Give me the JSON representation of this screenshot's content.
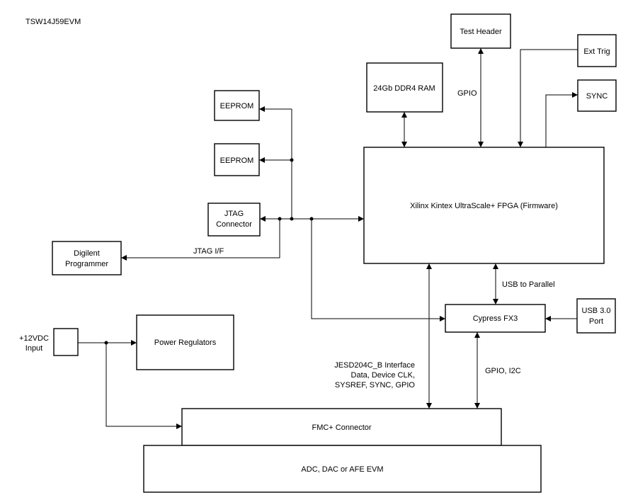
{
  "title": "TSW14J59EVM",
  "blocks": {
    "test_header": "Test Header",
    "ddr4": "24Gb DDR4 RAM",
    "ext_trig": "Ext Trig",
    "sync": "SYNC",
    "eeprom1": "EEPROM",
    "eeprom2": "EEPROM",
    "jtag_line1": "JTAG",
    "jtag_line2": "Connector",
    "digilent_line1": "Digilent",
    "digilent_line2": "Programmer",
    "fpga": "Xilinx Kintex UltraScale+ FPGA (Firmware)",
    "cypress": "Cypress FX3",
    "usb_line1": "USB 3.0",
    "usb_line2": "Port",
    "power_input_line1": "+12VDC",
    "power_input_line2": "Input",
    "power_regulators": "Power Regulators",
    "fmc": "FMC+ Connector",
    "evm": "ADC, DAC or AFE EVM"
  },
  "labels": {
    "gpio": "GPIO",
    "jtag_if": "JTAG I/F",
    "usb_parallel": "USB to Parallel",
    "gpio_i2c": "GPIO, I2C",
    "jesd_line1": "JESD204C_B Interface",
    "jesd_line2": "Data, Device CLK,",
    "jesd_line3": "SYSREF, SYNC, GPIO"
  }
}
